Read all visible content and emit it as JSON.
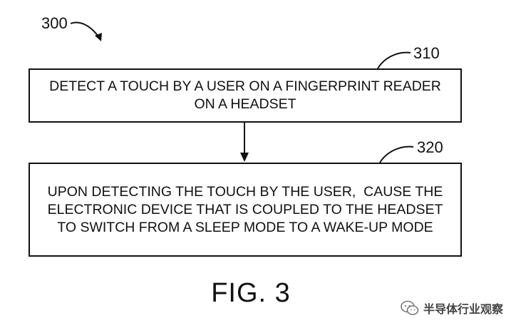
{
  "figure": {
    "reference": "300",
    "label": "FIG. 3"
  },
  "steps": [
    {
      "reference": "310",
      "lines": [
        "DETECT A TOUCH BY A USER ON A FINGERPRINT READER",
        "ON A HEADSET"
      ]
    },
    {
      "reference": "320",
      "lines": [
        "UPON DETECTING THE TOUCH BY THE USER,  CAUSE THE",
        "ELECTRONIC DEVICE THAT IS COUPLED TO THE HEADSET",
        "TO SWITCH FROM A SLEEP MODE TO A WAKE-UP MODE"
      ]
    }
  ],
  "watermark": {
    "text": "半导体行业观察",
    "icon": "wechat-icon"
  }
}
